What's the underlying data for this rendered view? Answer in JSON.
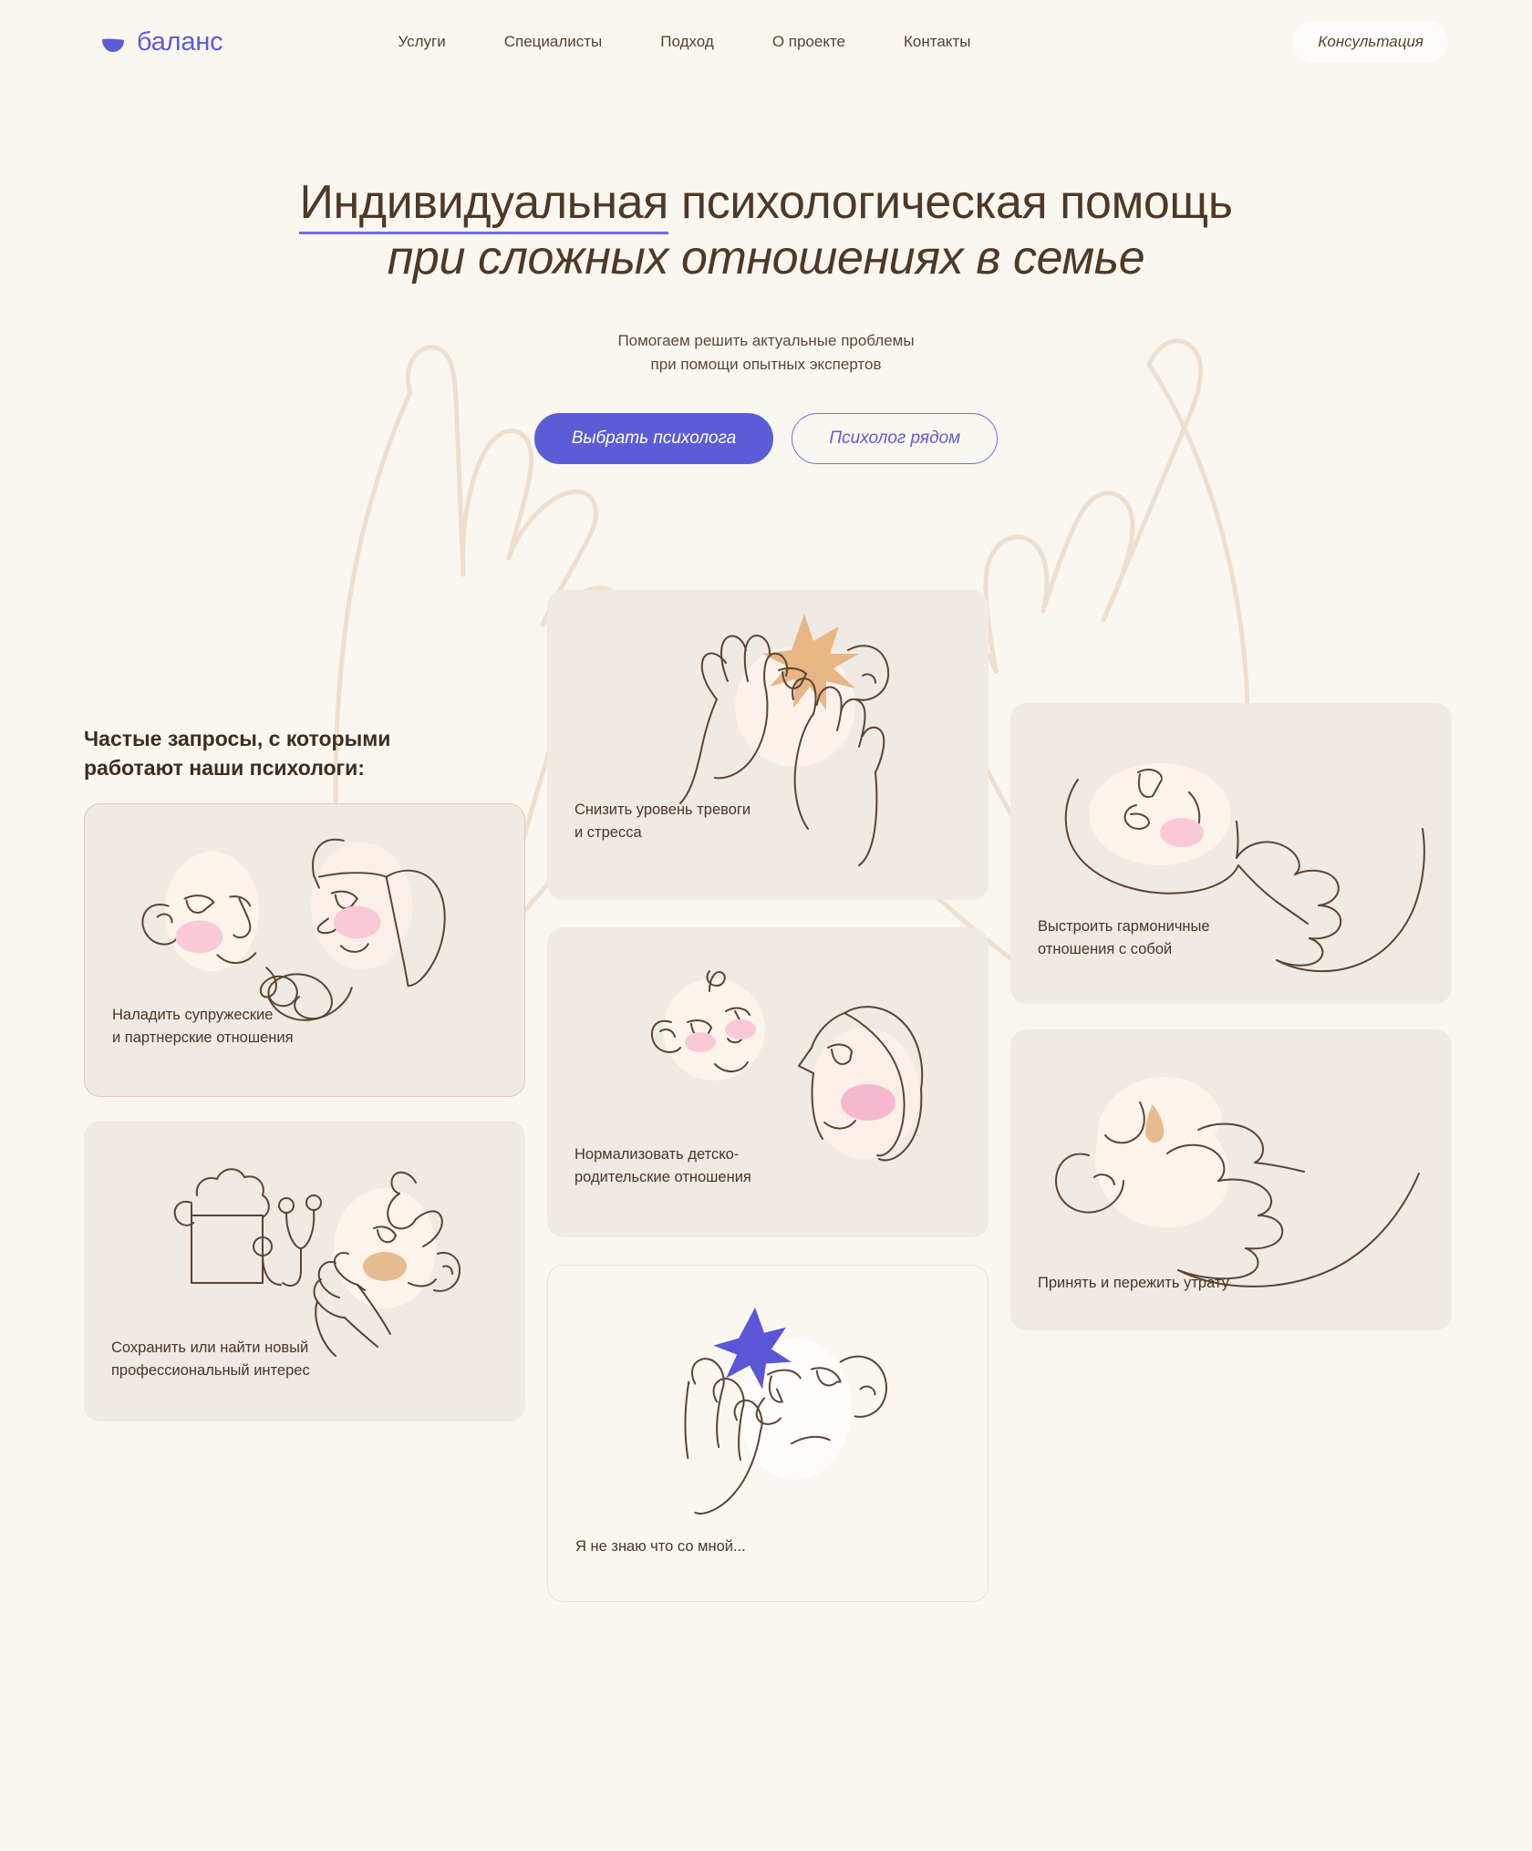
{
  "brand": {
    "name": "баланс",
    "logo_icon": "leaf-mark-icon",
    "color": "#5C5CD6"
  },
  "nav": {
    "items": [
      {
        "label": "Услуги"
      },
      {
        "label": "Специалисты"
      },
      {
        "label": "Подход"
      },
      {
        "label": "О проекте"
      },
      {
        "label": "Контакты"
      }
    ],
    "cta_label": "Консультация"
  },
  "hero": {
    "headline_part1": "Индивидуальная",
    "headline_part2": " психологическая помощь ",
    "headline_part3": "при сложных отношениях в семье",
    "subtitle_line1": "Помогаем решить актуальные проблемы",
    "subtitle_line2": "при помощи опытных экспертов",
    "primary_button": "Выбрать психолога",
    "secondary_button": "Психолог рядом",
    "underline_color": "#6E6EE0"
  },
  "requests": {
    "title_line1": "Частые запросы, с которыми",
    "title_line2": "работают наши психологи:",
    "cards": [
      {
        "id": "marriage",
        "label": "Наладить супружеские\nи партнерские отношения",
        "illustration": "two-faces-couple-icon",
        "style": "bordered"
      },
      {
        "id": "career",
        "label": "Сохранить или найти новый\nпрофессиональный интерес",
        "illustration": "chef-hat-stethoscope-face-icon",
        "style": "filled"
      },
      {
        "id": "anxiety",
        "label": "Снизить уровень тревоги\nи стресса",
        "illustration": "hands-covering-face-starburst-icon",
        "style": "filled"
      },
      {
        "id": "child",
        "label": "Нормализовать детско-\nродительские отношения",
        "illustration": "child-and-mother-faces-icon",
        "style": "filled"
      },
      {
        "id": "unknown",
        "label": "Я не знаю что со мной...",
        "illustration": "face-with-blue-star-icon",
        "style": "plain"
      },
      {
        "id": "self",
        "label": "Выстроить гармоничные\nотношения с собой",
        "illustration": "hand-touching-own-face-icon",
        "style": "filled"
      },
      {
        "id": "loss",
        "label": "Принять и пережить утрату",
        "illustration": "crying-face-comforting-hand-icon",
        "style": "filled"
      }
    ]
  },
  "palette": {
    "page_background": "#FAF7F1",
    "card_background": "#EFEAE4",
    "text": "#4A3526",
    "accent_purple": "#5C5CD6",
    "line_art": "#5A4433",
    "blush_pink": "#F7C8D6",
    "blush_peach": "#E8BC93",
    "bg_hand_stroke": "#EFDFCF"
  }
}
